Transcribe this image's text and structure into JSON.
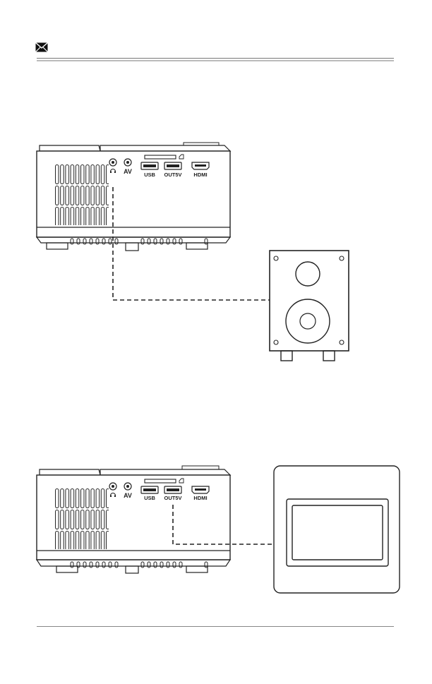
{
  "header": {
    "icon": "envelope-icon"
  },
  "ports": {
    "av_label": "AV",
    "usb_label": "USB",
    "out5v_label": "OUT5V",
    "hdmi_label": "HDMI",
    "headphone_icon": "headphone-icon",
    "sd_icon": "sd-card-icon"
  },
  "diagrams": [
    {
      "name": "projector-to-speaker",
      "connects_from": "AV",
      "connects_to": "speaker"
    },
    {
      "name": "projector-to-device",
      "connects_from": "OUT5V",
      "connects_to": "device"
    }
  ],
  "colors": {
    "line": "#222222",
    "rule": "#888888"
  }
}
